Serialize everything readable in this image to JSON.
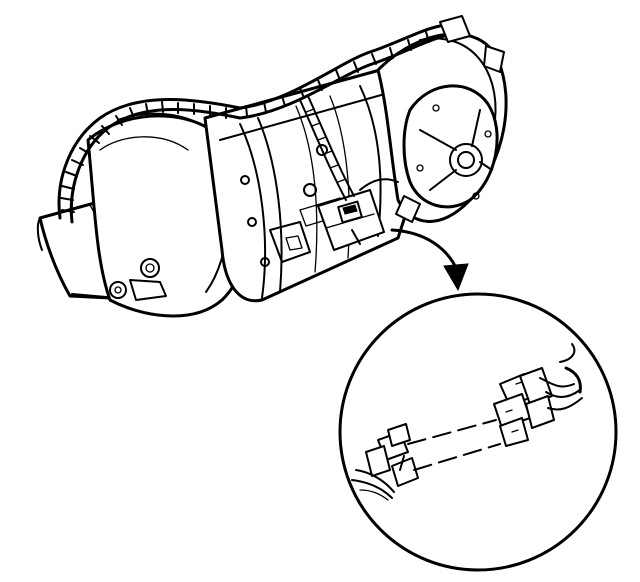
{
  "figure": {
    "type": "line-art-illustration",
    "background_color": "#ffffff",
    "ink_color": "#000000",
    "callout_shape": "circle",
    "callout_pointer": "curved-arrow"
  }
}
